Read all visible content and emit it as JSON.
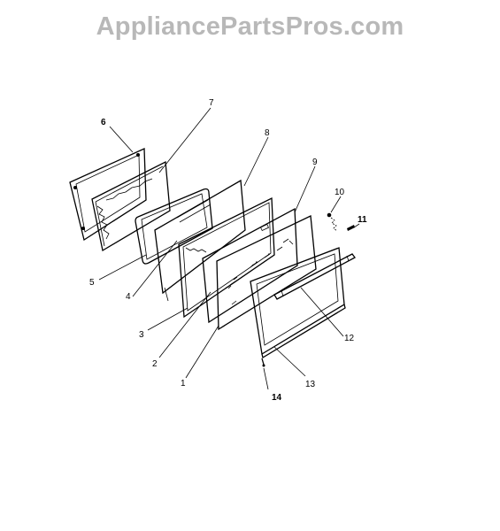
{
  "watermark": {
    "text": "AppliancePartsPros.com",
    "color": "#b8b8b8"
  },
  "callouts": [
    {
      "id": "6",
      "bold": true
    },
    {
      "id": "7",
      "bold": false
    },
    {
      "id": "8",
      "bold": false
    },
    {
      "id": "9",
      "bold": false
    },
    {
      "id": "10",
      "bold": false
    },
    {
      "id": "11",
      "bold": true
    },
    {
      "id": "5",
      "bold": false
    },
    {
      "id": "4",
      "bold": false
    },
    {
      "id": "3",
      "bold": false
    },
    {
      "id": "2",
      "bold": false
    },
    {
      "id": "1",
      "bold": false
    },
    {
      "id": "12",
      "bold": false
    },
    {
      "id": "13",
      "bold": false
    },
    {
      "id": "14",
      "bold": true
    }
  ]
}
